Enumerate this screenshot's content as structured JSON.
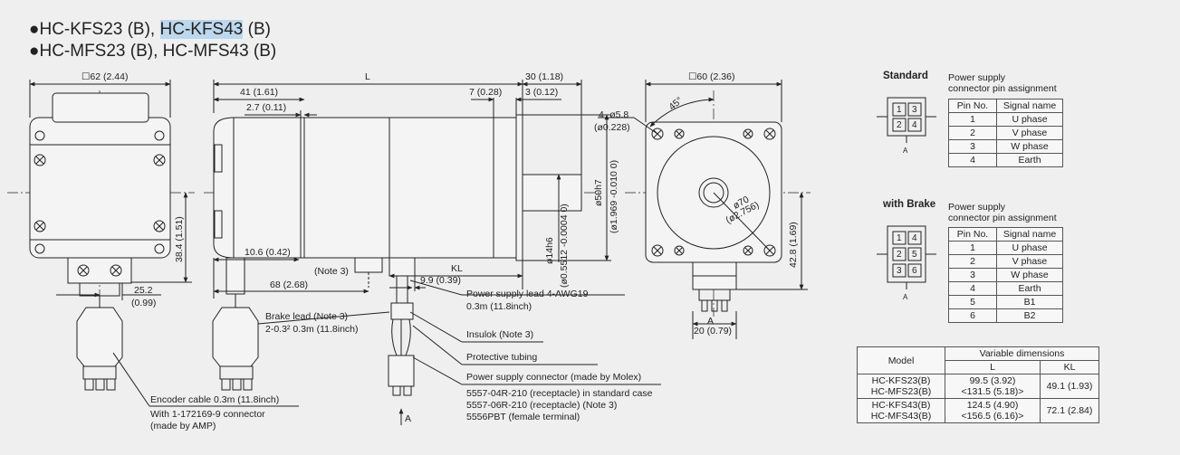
{
  "header": {
    "line1_a": "●HC-KFS23 (B), ",
    "line1_hl": "HC-KFS43",
    "line1_b": " (B)",
    "line2": "●HC-MFS23 (B), HC-MFS43 (B)"
  },
  "dims": {
    "sq62": "☐62 (2.44)",
    "L": "L",
    "d30": "30 (1.18)",
    "d41": "41 (1.61)",
    "d7": "7 (0.28)",
    "d3": "3 (0.12)",
    "d27": "2.7 (0.11)",
    "phi58": "4- ø5.8",
    "phi58in": "(ø0.228)",
    "d384": "38.4 (1.51)",
    "d106": "10.6 (0.42)",
    "note3": "(Note 3)",
    "KL": "KL",
    "d99": "9.9 (0.39)",
    "d68": "68 (2.68)",
    "d252": "25.2",
    "d252in": "(0.99)",
    "shaft1": "ø14h6",
    "shaft1in": "(ø0.5512 -0.0004 0)",
    "flange1": "ø50h7",
    "flange1in": "(ø1.969 -0.010 0)",
    "sq60": "☐60 (2.36)",
    "ang45": "45°",
    "phi70": "ø70",
    "phi70in": "(ø2.756)",
    "d428": "42.8 (1.69)",
    "d20": "20 (0.79)"
  },
  "labels": {
    "power_lead": "Power supply lead 4-AWG19",
    "power_lead_len": "0.3m (11.8inch)",
    "brake_lead": "Brake lead (Note 3)",
    "brake_lead_spec": "2-0.3² 0.3m (11.8inch)",
    "insulok": "Insulok (Note 3)",
    "tubing": "Protective tubing",
    "connector": "Power supply connector (made by Molex)",
    "conn1": "5557-04R-210 (receptacle) in standard case",
    "conn2": "5557-06R-210 (receptacle) (Note 3)",
    "conn3": "5556PBT (female terminal)",
    "encoder1": "Encoder cable 0.3m (11.8inch)",
    "encoder2": "With 1-172169-9 connector",
    "encoder3": "(made by AMP)",
    "arrowA": "A",
    "faceA1": "A",
    "faceA2": "A"
  },
  "standard": {
    "title": "Standard",
    "sub1": "Power supply",
    "sub2": "connector pin assignment",
    "pins_top": [
      "1",
      "3"
    ],
    "pins_bot": [
      "2",
      "4"
    ],
    "col1": "Pin No.",
    "col2": "Signal name",
    "rows": [
      {
        "pin": "1",
        "sig": "U phase"
      },
      {
        "pin": "2",
        "sig": "V phase"
      },
      {
        "pin": "3",
        "sig": "W phase"
      },
      {
        "pin": "4",
        "sig": "Earth"
      }
    ]
  },
  "brake": {
    "title": "with Brake",
    "sub1": "Power supply",
    "sub2": "connector pin assignment",
    "pins": [
      [
        "1",
        "4"
      ],
      [
        "2",
        "5"
      ],
      [
        "3",
        "6"
      ]
    ],
    "col1": "Pin No.",
    "col2": "Signal name",
    "rows": [
      {
        "pin": "1",
        "sig": "U phase"
      },
      {
        "pin": "2",
        "sig": "V phase"
      },
      {
        "pin": "3",
        "sig": "W phase"
      },
      {
        "pin": "4",
        "sig": "Earth"
      },
      {
        "pin": "5",
        "sig": "B1"
      },
      {
        "pin": "6",
        "sig": "B2"
      }
    ]
  },
  "variable": {
    "model": "Model",
    "header": "Variable dimensions",
    "colL": "L",
    "colKL": "KL",
    "rows": [
      {
        "m1": "HC-KFS23(B)",
        "m2": "HC-MFS23(B)",
        "L1": "99.5 (3.92)",
        "L2": "<131.5 (5.18)>",
        "KL": "49.1 (1.93)"
      },
      {
        "m1": "HC-KFS43(B)",
        "m2": "HC-MFS43(B)",
        "L1": "124.5 (4.90)",
        "L2": "<156.5 (6.16)>",
        "KL": "72.1 (2.84)"
      }
    ]
  }
}
